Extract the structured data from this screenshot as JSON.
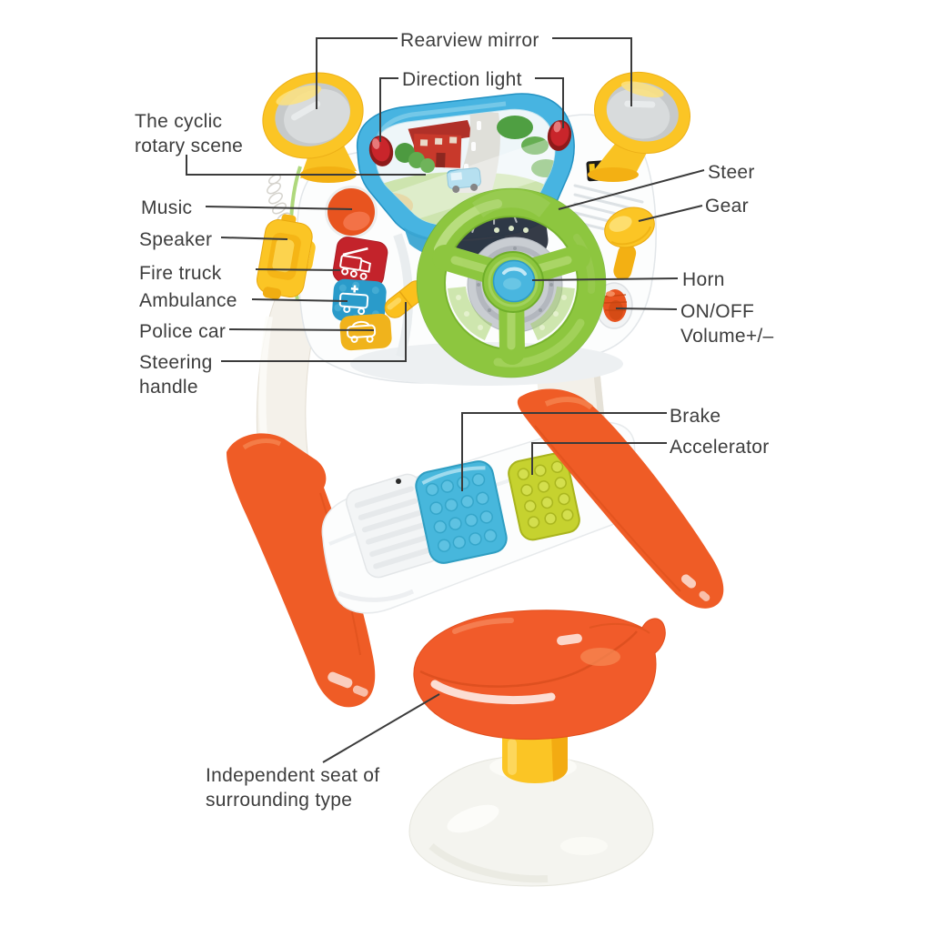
{
  "labels": {
    "rearview_mirror": "Rearview mirror",
    "direction_light": "Direction light",
    "cyclic_scene": [
      "The cyclic",
      "rotary scene"
    ],
    "music": "Music",
    "speaker": "Speaker",
    "fire_truck": "Fire truck",
    "ambulance": "Ambulance",
    "police_car": "Police car",
    "steering_handle": [
      "Steering",
      "handle"
    ],
    "steer": "Steer",
    "gear": "Gear",
    "horn": "Horn",
    "on_off_volume": [
      "ON/OFF",
      "Volume+/–"
    ],
    "brake": "Brake",
    "accelerator": "Accelerator",
    "seat": [
      "Independent seat of",
      "surrounding type"
    ]
  },
  "palette": {
    "background": "#ffffff",
    "label_text": "#3d3d3d",
    "leader_line": "#3b3b3b",
    "green_wheel": "#8dc63f",
    "blue_frame": "#47b4e1",
    "horn_blue": "#49b6df",
    "plastic_yellow": "#fbc525",
    "deep_yellow": "#f3b013",
    "orange_plastic": "#ef5c26",
    "seat_orange": "#f15b2a",
    "music_orange": "#e8541f",
    "fire_truck_red": "#c3232b",
    "ambulance_blue": "#2a9bca",
    "police_yellow": "#f0b31c",
    "direction_light_red": "#c9252b",
    "brake_blue": "#47b7dc",
    "accelerator_green": "#c6d22f",
    "mirror_gray": "#d2d5d6",
    "white_plastic": "#fcfdfd",
    "cream_plastic": "#f3f0e9"
  }
}
